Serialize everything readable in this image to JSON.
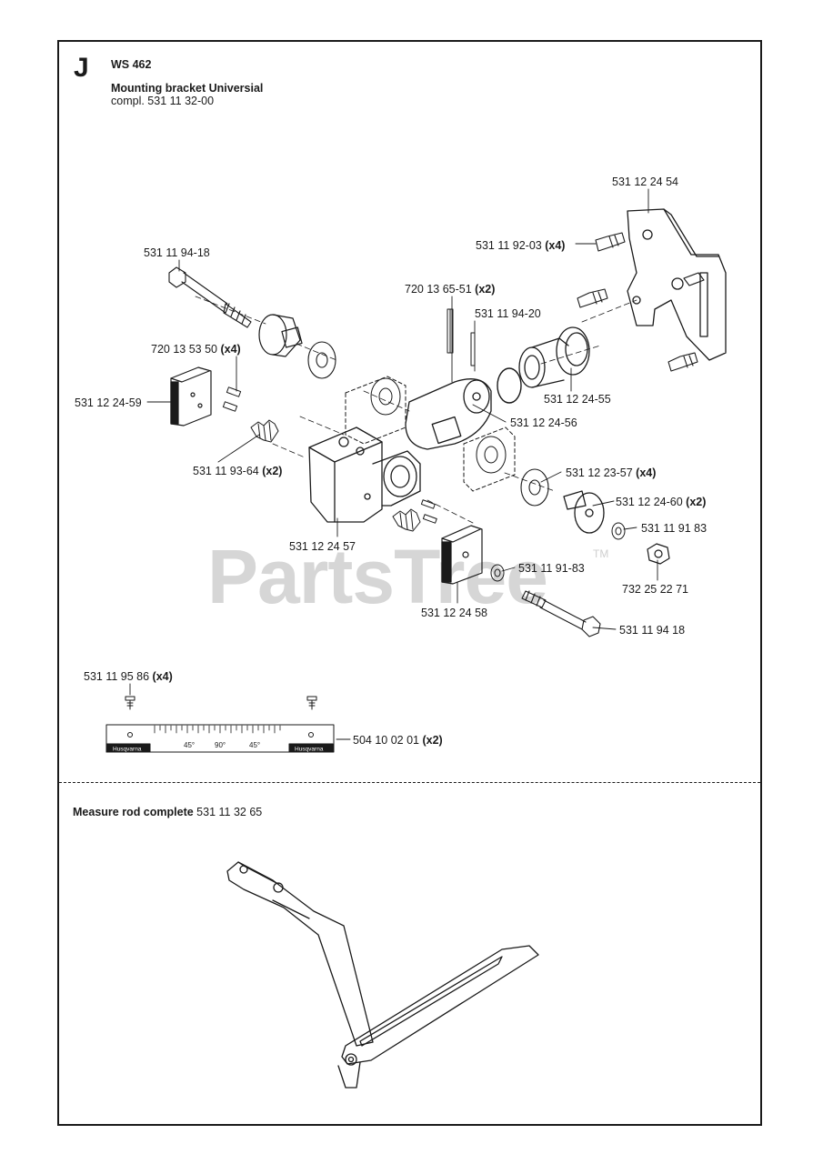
{
  "section_letter": "J",
  "model": "WS 462",
  "assembly": {
    "title": "Mounting bracket Universial",
    "part_number_line": "compl. 531 11 32-00"
  },
  "measure_rod": {
    "title_bold": "Measure rod complete",
    "part_number": "531 11 32 65"
  },
  "watermark": {
    "text": "PartsTree",
    "tm": "TM"
  },
  "scale_bar": {
    "marks": [
      "45°",
      "90°",
      "45°"
    ],
    "brand": "Husqvarna"
  },
  "parts": [
    {
      "id": "p1",
      "number": "531 12 24 54",
      "qty": ""
    },
    {
      "id": "p2",
      "number": "531 11 92-03",
      "qty": "(x4)"
    },
    {
      "id": "p3",
      "number": "531 11 94-18",
      "qty": ""
    },
    {
      "id": "p4",
      "number": "720 13 65-51",
      "qty": "(x2)"
    },
    {
      "id": "p5",
      "number": "531 11 94-20",
      "qty": ""
    },
    {
      "id": "p6",
      "number": "720 13 53 50",
      "qty": "(x4)"
    },
    {
      "id": "p7",
      "number": "531 12 24-59",
      "qty": ""
    },
    {
      "id": "p8",
      "number": "531 12 24-55",
      "qty": ""
    },
    {
      "id": "p9",
      "number": "531 12 24-56",
      "qty": ""
    },
    {
      "id": "p10",
      "number": "531 11 93-64",
      "qty": "(x2)"
    },
    {
      "id": "p11",
      "number": "531 12 23-57",
      "qty": "(x4)"
    },
    {
      "id": "p12",
      "number": "531 12 24-60",
      "qty": "(x2)"
    },
    {
      "id": "p13",
      "number": "531 12 24 57",
      "qty": ""
    },
    {
      "id": "p14",
      "number": "531 11 91 83",
      "qty": ""
    },
    {
      "id": "p15",
      "number": "531 11 91-83",
      "qty": ""
    },
    {
      "id": "p16",
      "number": "732 25 22 71",
      "qty": ""
    },
    {
      "id": "p17",
      "number": "531 12 24 58",
      "qty": ""
    },
    {
      "id": "p18",
      "number": "531 11 94 18",
      "qty": ""
    },
    {
      "id": "p19",
      "number": "531 11 95 86",
      "qty": "(x4)"
    },
    {
      "id": "p20",
      "number": "504 10 02 01",
      "qty": "(x2)"
    }
  ]
}
